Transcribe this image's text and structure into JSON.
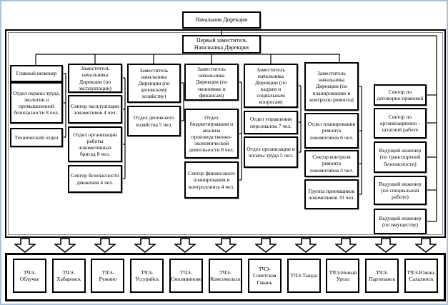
{
  "org": {
    "director": "Начальник Дирекции",
    "first_deputy": "Первый заместитель Начальника Дирекции",
    "columns": [
      [
        "Главный инженер",
        "Отдел охраны труда, экологии и промышленной безопасности 8 чел.",
        "Технический отдел"
      ],
      [
        "Заместитель начальника Дирекции (по эксплуатации)",
        "Сектор эксплуатации локомотивов 4 чел.",
        "Отдел организации работы локомотивных бригад 8 чел.",
        "Сектор безопасности движения 4 чел."
      ],
      [
        "Заместитель начальника Дирекции (по деповскому хозяйству)",
        "Отдел деповского хозяйства 5 чел."
      ],
      [
        "Заместитель начальника Дирекции (по экономике и финансам)",
        "Отдел бюджетирования и анализа производственно-экономической деятельности 8 чел.",
        "Сектор финансового планирования и контроллинга 4 чел."
      ],
      [
        "Заместитель начальника Дирекции (по кадрам и социальным вопросам)",
        "Отдел управления персоналом 7 чел.",
        "Отдел организации и оплаты труда 5 чел."
      ],
      [
        "Заместитель начальника Дирекции (по планированию и контролю ремонта)",
        "Отдел планирования ремонта локомотивов 6 чел.",
        "Сектор контроля ремонта локомотивов 3 чел.",
        "Группа приемщиков локомотивов 33 чел."
      ],
      [
        "Сектор по договорно-правовой",
        "Сектор по организационно - штатной работе",
        "Ведущий инженер (по транспортной безопасности)",
        "Ведущий инженер (по специальной работе)",
        "Ведущий инженер (по имуществу)"
      ]
    ],
    "depots": [
      "ТЧЭ-Облучье",
      "ТЧЭ-Хабаровск",
      "ТЧЭ-Ружино",
      "ТЧЭ-Уссурийск",
      "ТЧЭ-Смоляниново",
      "ТЧЭ-Комсомольск",
      "ТЧЭ-Советская Гавань",
      "ТЧЭ-Тында",
      "ТЧЭ-Новый Ургал",
      "ТЧЭ-Партизанск",
      "ТЧЭ-Южно-Сахалинск"
    ],
    "colors": {
      "box_border": "#000000",
      "outer_frame": "#a7c0dc",
      "inner_frame_line": "#8a8a8a",
      "box_background": "#ffffff"
    }
  }
}
